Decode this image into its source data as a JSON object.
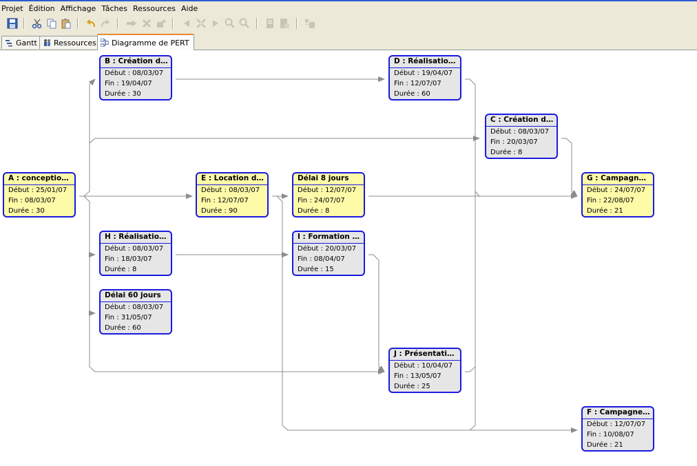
{
  "menu": [
    "Projet",
    "Édition",
    "Affichage",
    "Tâches",
    "Ressources",
    "Aide"
  ],
  "toolbar": {
    "icons": [
      "save-icon",
      "cut-icon",
      "copy-icon",
      "paste-icon",
      "undo-icon",
      "redo-icon",
      "link-icon",
      "delete-icon",
      "unlink-icon",
      "left-arrow-icon",
      "collapse-icon",
      "right-arrow-icon",
      "zoom-in-icon",
      "zoom-out-icon",
      "properties-icon",
      "notes-icon",
      "calendar-icon"
    ]
  },
  "tabs": [
    {
      "label": "Gantt",
      "icon": "gantt-icon",
      "active": false
    },
    {
      "label": "Ressources",
      "icon": "resources-icon",
      "active": false
    },
    {
      "label": "Diagramme de PERT",
      "icon": "pert-icon",
      "active": true
    }
  ],
  "nodes": [
    {
      "id": "A",
      "title": "A : conception d...",
      "debut": "Début : 25/01/07",
      "fin": "Fin : 08/03/07",
      "duree": "Durée : 30",
      "color": "yellow"
    },
    {
      "id": "B",
      "title": "B : Création de l'...",
      "debut": "Début : 08/03/07",
      "fin": "Fin : 19/04/07",
      "duree": "Durée : 30",
      "color": "gray"
    },
    {
      "id": "D",
      "title": "D : Réalisation de...",
      "debut": "Début : 19/04/07",
      "fin": "Fin : 12/07/07",
      "duree": "Durée : 60",
      "color": "gray"
    },
    {
      "id": "C",
      "title": "C : Création de l...",
      "debut": "Début : 08/03/07",
      "fin": "Fin : 20/03/07",
      "duree": "Durée : 8",
      "color": "gray"
    },
    {
      "id": "E",
      "title": "E : Location des...",
      "debut": "Début : 08/03/07",
      "fin": "Fin : 12/07/07",
      "duree": "Durée : 90",
      "color": "yellow"
    },
    {
      "id": "D8",
      "title": "Délai 8 jours",
      "debut": "Début : 12/07/07",
      "fin": "Fin : 24/07/07",
      "duree": "Durée : 8",
      "color": "yellow"
    },
    {
      "id": "G",
      "title": "G : Campagne p...",
      "debut": "Début : 24/07/07",
      "fin": "Fin : 22/08/07",
      "duree": "Durée : 21",
      "color": "yellow"
    },
    {
      "id": "H",
      "title": "H : Réalisation d...",
      "debut": "Début : 08/03/07",
      "fin": "Fin : 18/03/07",
      "duree": "Durée : 8",
      "color": "gray"
    },
    {
      "id": "I",
      "title": "I : Formation des...",
      "debut": "Début : 20/03/07",
      "fin": "Fin : 08/04/07",
      "duree": "Durée : 15",
      "color": "gray"
    },
    {
      "id": "D60",
      "title": "Délai 60 jours",
      "debut": "Début : 08/03/07",
      "fin": "Fin : 31/05/07",
      "duree": "Durée : 60",
      "color": "gray"
    },
    {
      "id": "J",
      "title": "J : Présentation...",
      "debut": "Début : 10/04/07",
      "fin": "Fin : 13/05/07",
      "duree": "Durée : 25",
      "color": "gray"
    },
    {
      "id": "F",
      "title": "F : Campagne d'...",
      "debut": "Début : 12/07/07",
      "fin": "Fin : 10/08/07",
      "duree": "Durée : 21",
      "color": "gray"
    }
  ],
  "colors": {
    "border": "#1a1ae0",
    "yellow": "#fdfaa8",
    "gray": "#e6e6e6",
    "link": "#8c8c8c"
  }
}
